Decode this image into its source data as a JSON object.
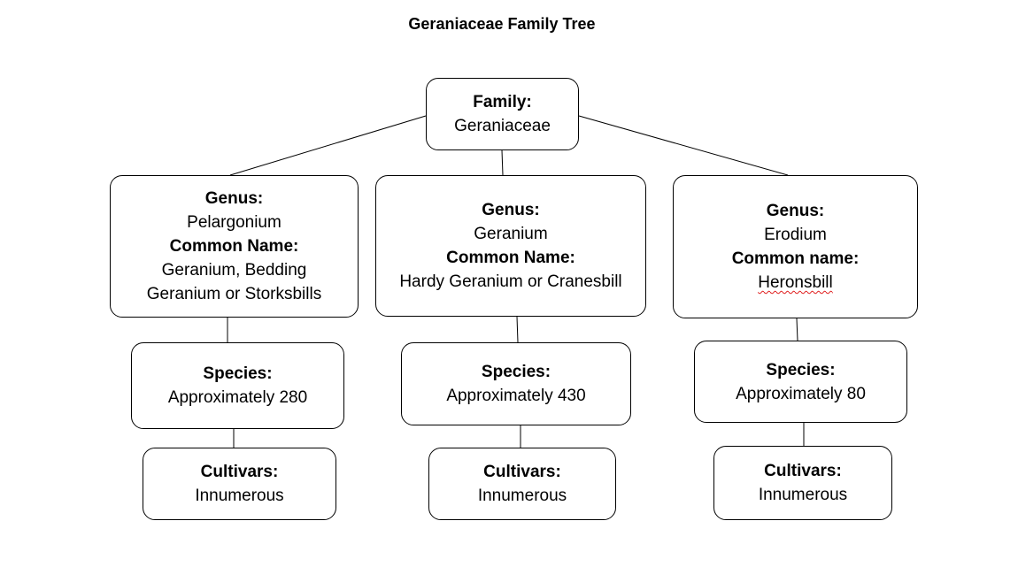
{
  "title": "Geraniaceae Family Tree",
  "family": {
    "label": "Family:",
    "name": "Geraniaceae"
  },
  "genera": [
    {
      "genus_label": "Genus:",
      "genus": "Pelargonium",
      "common_label": "Common Name:",
      "common_lines": [
        "Geranium, Bedding",
        "Geranium or Storksbills"
      ],
      "species_label": "Species:",
      "species": "Approximately 280",
      "cultivars_label": "Cultivars:",
      "cultivars": "Innumerous"
    },
    {
      "genus_label": "Genus:",
      "genus": "Geranium",
      "common_label": "Common Name:",
      "common_lines": [
        "Hardy Geranium or Cranesbill"
      ],
      "species_label": "Species:",
      "species": "Approximately 430",
      "cultivars_label": "Cultivars:",
      "cultivars": "Innumerous"
    },
    {
      "genus_label": "Genus:",
      "genus": "Erodium",
      "common_label": "Common name:",
      "common_lines": [
        "Heronsbill"
      ],
      "species_label": "Species:",
      "species": "Approximately 80",
      "cultivars_label": "Cultivars:",
      "cultivars": "Innumerous"
    }
  ]
}
